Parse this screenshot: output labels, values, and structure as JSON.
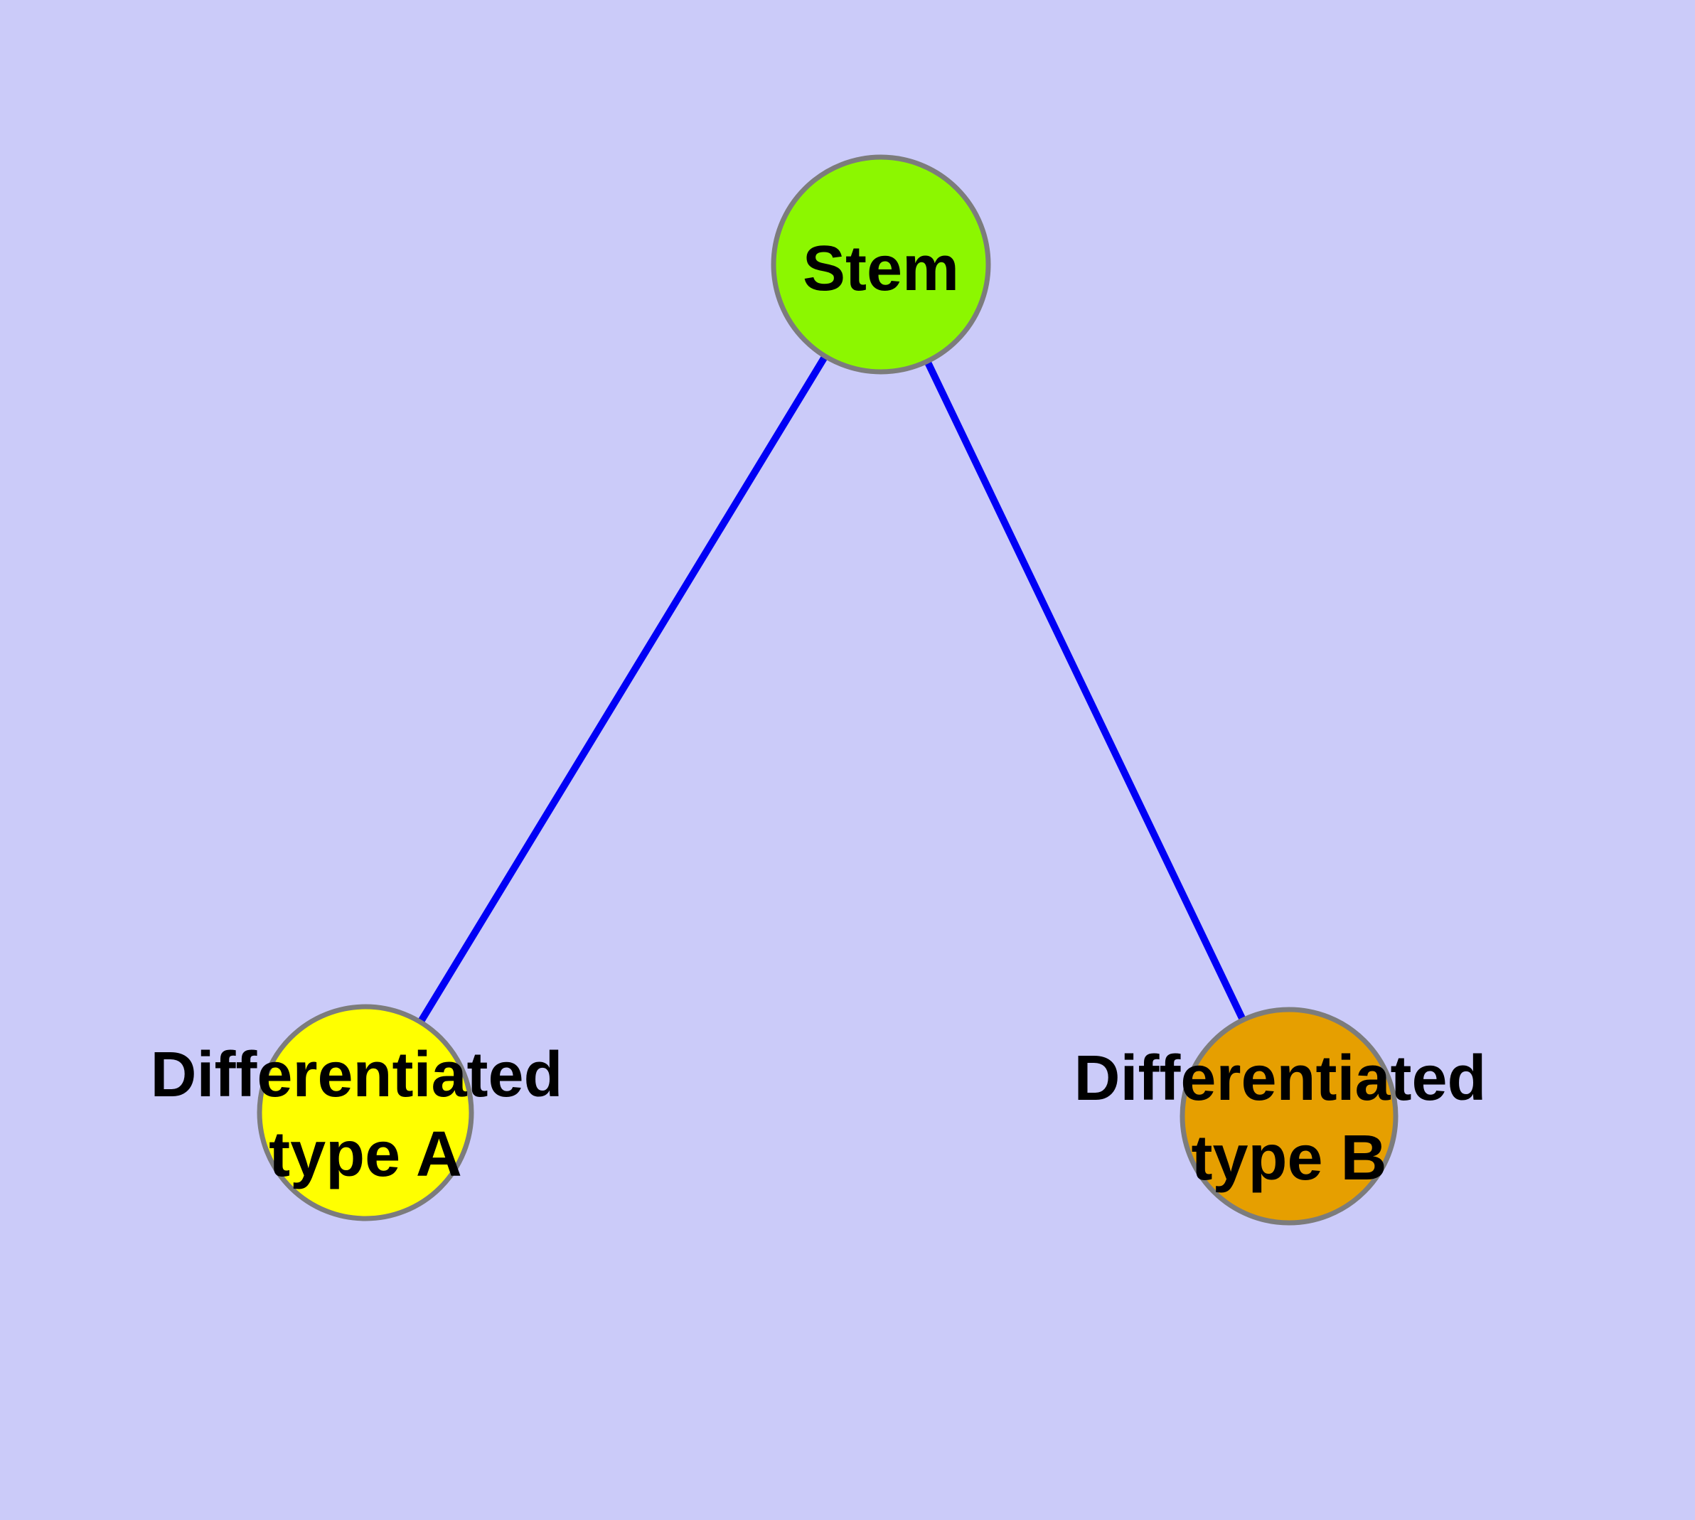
{
  "diagram": {
    "background_color": "#CBCBF9",
    "text_color": "#000000",
    "edge_color": "#0000F5",
    "node_border_color": "#7C7C7C",
    "nodes": [
      {
        "id": "stem",
        "label": "Stem",
        "lines": [
          "Stem"
        ],
        "fill": "#8CF700"
      },
      {
        "id": "differentiated-type-a",
        "label": "Differentiated type A",
        "lines": [
          "Differentiated",
          "type A"
        ],
        "fill": "#FFFF00"
      },
      {
        "id": "differentiated-type-b",
        "label": "Differentiated type B",
        "lines": [
          "Differentiated",
          "type B"
        ],
        "fill": "#E69F00"
      }
    ],
    "edges": [
      {
        "source": "Stem",
        "target": "Differentiated type A"
      },
      {
        "source": "Stem",
        "target": "Differentiated type B"
      }
    ]
  }
}
